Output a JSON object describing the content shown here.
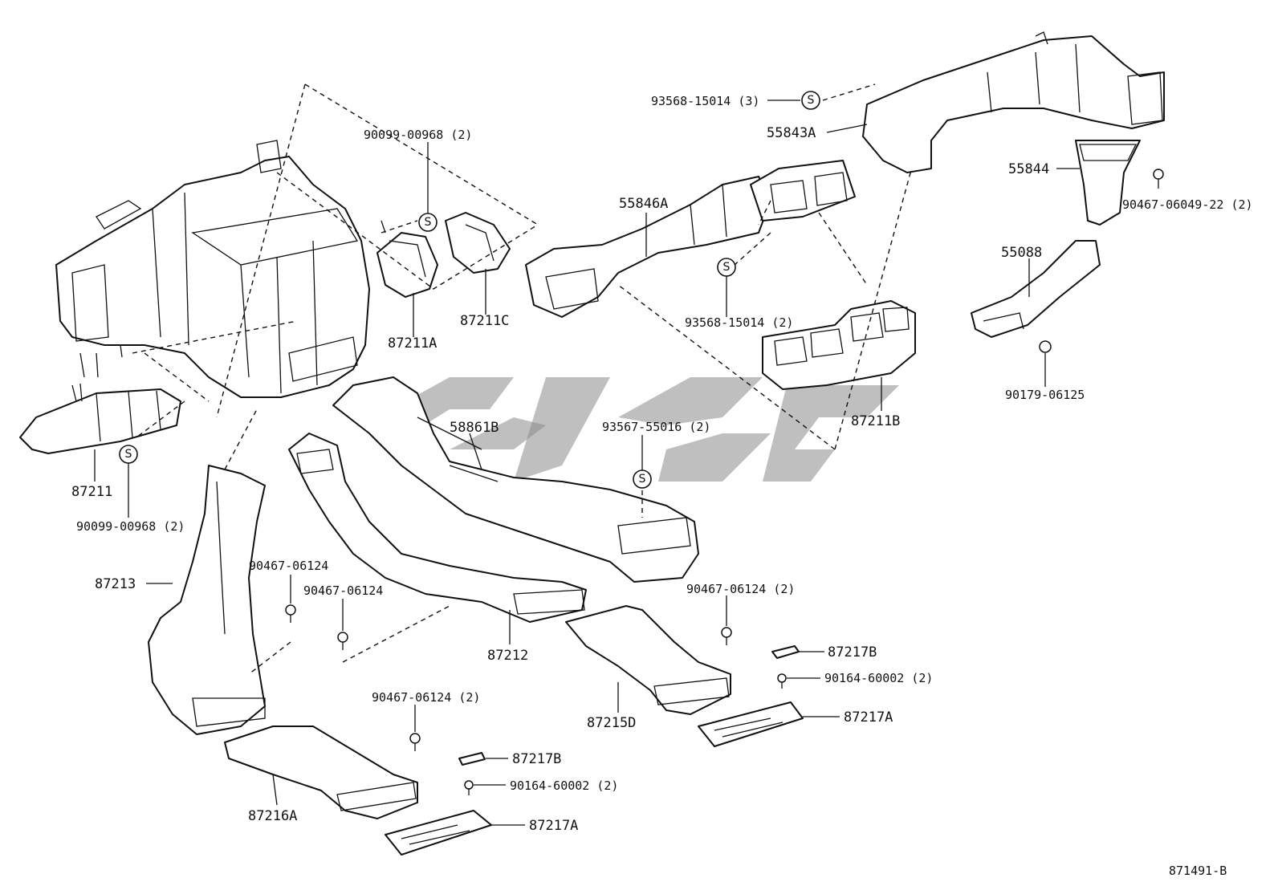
{
  "diagram": {
    "drawing_number": "871491-B",
    "labels": {
      "p93568_top": "93568-15014 (3)",
      "p55843A": "55843A",
      "p90099_top": "90099-00968 (2)",
      "p55846A": "55846A",
      "p55844": "55844",
      "p90467_22": "90467-06049-22 (2)",
      "p55088": "55088",
      "p87211A": "87211A",
      "p87211C": "87211C",
      "p93568_mid": "93568-15014 (2)",
      "p90179": "90179-06125",
      "p87211B": "87211B",
      "p58861B": "58861B",
      "p93567": "93567-55016 (2)",
      "p87211": "87211",
      "p90099_low": "90099-00968 (2)",
      "p90467_a": "90467-06124",
      "p90467_b": "90467-06124",
      "p87213": "87213",
      "p90467_c": "90467-06124 (2)",
      "p87212": "87212",
      "p87217B_r": "87217B",
      "p90164_r": "90164-60002 (2)",
      "p87215D": "87215D",
      "p87217A_r": "87217A",
      "p90467_d": "90467-06124 (2)",
      "p87217B_l": "87217B",
      "p90164_l": "90164-60002 (2)",
      "p87216A": "87216A",
      "p87217A_l": "87217A"
    },
    "s_marker": "S"
  }
}
